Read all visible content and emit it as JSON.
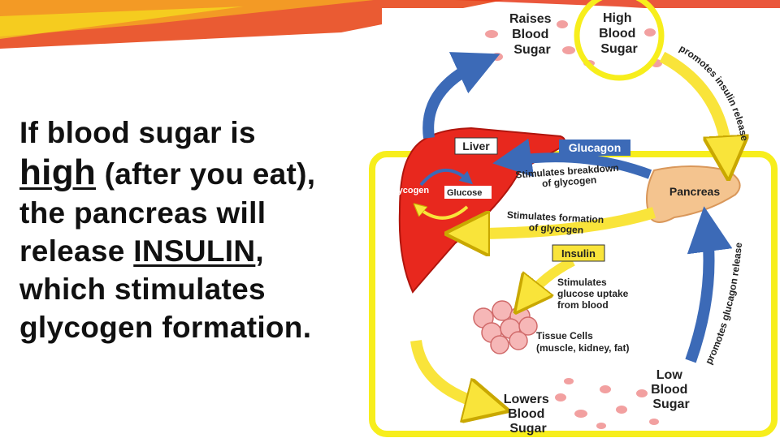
{
  "slide": {
    "line1": "If blood sugar is",
    "line2_emph": "high",
    "line2_rest": " (after you eat),",
    "line3": "the pancreas will",
    "line4_pre": "release ",
    "line4_emph": "INSULIN",
    "line4_post": ",",
    "line5": "which stimulates",
    "line6": "glycogen formation."
  },
  "diagram": {
    "raises_blood_sugar": [
      "Raises",
      "Blood",
      "Sugar"
    ],
    "high_blood_sugar": [
      "High",
      "Blood",
      "Sugar"
    ],
    "promotes_insulin_release": "promotes insulin release",
    "liver": "Liver",
    "glucagon": "Glucagon",
    "stimulates_breakdown": [
      "Stimulates breakdown",
      "of glycogen"
    ],
    "pancreas": "Pancreas",
    "glycogen": "Glycogen",
    "glucose": "Glucose",
    "stimulates_formation": [
      "Stimulates formation",
      "of glycogen"
    ],
    "insulin": "Insulin",
    "promotes_glucagon_release": "promotes glucagon release",
    "stimulates_glucose_uptake": [
      "Stimulates",
      "glucose uptake",
      "from blood"
    ],
    "tissue_cells": [
      "Tissue Cells",
      "(muscle, kidney, fat)"
    ],
    "low_blood_sugar": [
      "Low",
      "Blood",
      "Sugar"
    ],
    "lowers_blood_sugar": [
      "Lowers",
      "Blood",
      "Sugar"
    ]
  },
  "colors": {
    "highlight": "#f7ee1c",
    "liver": "#e8281e",
    "arrow_yellow": "#f9e43a",
    "arrow_blue": "#3c6ab7",
    "pancreas": "#f4c48f",
    "top_bar": "#e63a1a"
  }
}
